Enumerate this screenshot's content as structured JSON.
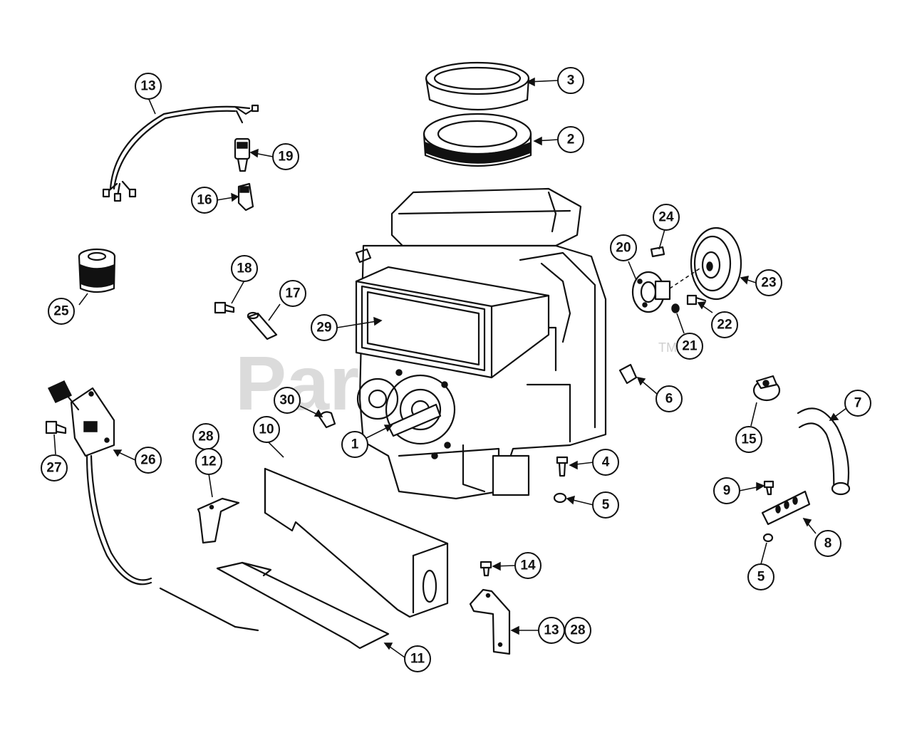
{
  "watermark": {
    "text": "PartsTree",
    "tm": "TM"
  },
  "callouts": {
    "c1": "1",
    "c2": "2",
    "c3": "3",
    "c4": "4",
    "c5a": "5",
    "c5b": "5",
    "c6": "6",
    "c7": "7",
    "c8": "8",
    "c9": "9",
    "c10": "10",
    "c11": "11",
    "c12": "12",
    "c13a": "13",
    "c13b": "13",
    "c14": "14",
    "c15": "15",
    "c16": "16",
    "c17": "17",
    "c18": "18",
    "c19": "19",
    "c20": "20",
    "c21": "21",
    "c22": "22",
    "c23": "23",
    "c24": "24",
    "c25": "25",
    "c26": "26",
    "c27": "27",
    "c28a": "28",
    "c28b": "28",
    "c29": "29",
    "c30": "30"
  }
}
